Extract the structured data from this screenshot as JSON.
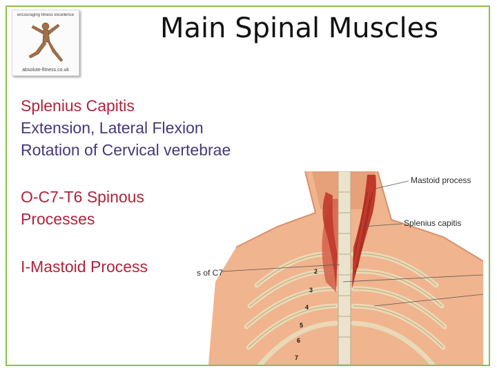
{
  "slide": {
    "title": "Main Spinal Muscles",
    "muscle_name": "Splenius Capitis",
    "action_lines": [
      "Extension, Lateral Flexion",
      "Rotation of Cervical vertebrae"
    ],
    "origin_lines": [
      "O-C7-T6 Spinous",
      "Processes"
    ],
    "insertion": "I-Mastoid Process"
  },
  "logo": {
    "top_text": "encouraging fitness excellence",
    "bottom_text": "absolute-fitness.co.uk",
    "icon": "running-figure-icon"
  },
  "diagram": {
    "labels": {
      "mastoid": "Mastoid process",
      "splenius": "Splenius capitis",
      "c7": "s of C7"
    },
    "rib_numbers": [
      "2",
      "3",
      "4",
      "5",
      "6",
      "7"
    ]
  },
  "colors": {
    "frame": "#8cbf4a",
    "muscle_red": "#b0233a",
    "action_purple": "#47377a",
    "skin": "#f0b48e",
    "muscle": "#c0392b"
  }
}
